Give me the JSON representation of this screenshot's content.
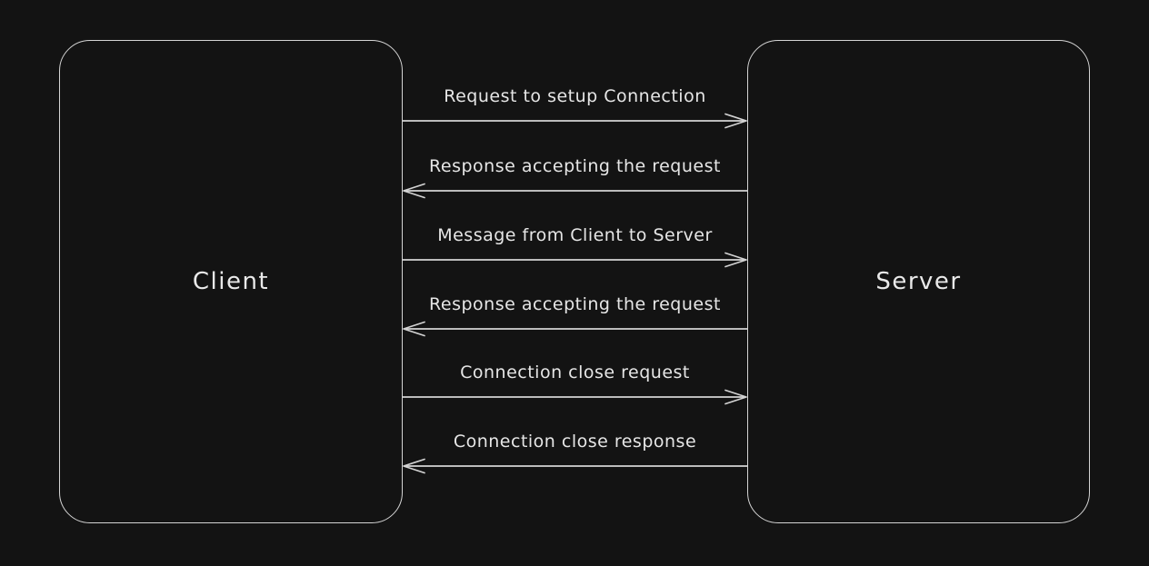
{
  "diagram": {
    "background_color": "#131313",
    "stroke_color": "#d4d4d4",
    "text_color": "#e9e9e9",
    "nodes": [
      {
        "id": "client",
        "label": "Client"
      },
      {
        "id": "server",
        "label": "Server"
      }
    ],
    "messages": [
      {
        "label": "Request to setup Connection",
        "direction": "right"
      },
      {
        "label": "Response accepting the request",
        "direction": "left"
      },
      {
        "label": "Message from Client to Server",
        "direction": "right"
      },
      {
        "label": "Response accepting the request",
        "direction": "left"
      },
      {
        "label": "Connection close request",
        "direction": "right"
      },
      {
        "label": "Connection close response",
        "direction": "left"
      }
    ]
  }
}
